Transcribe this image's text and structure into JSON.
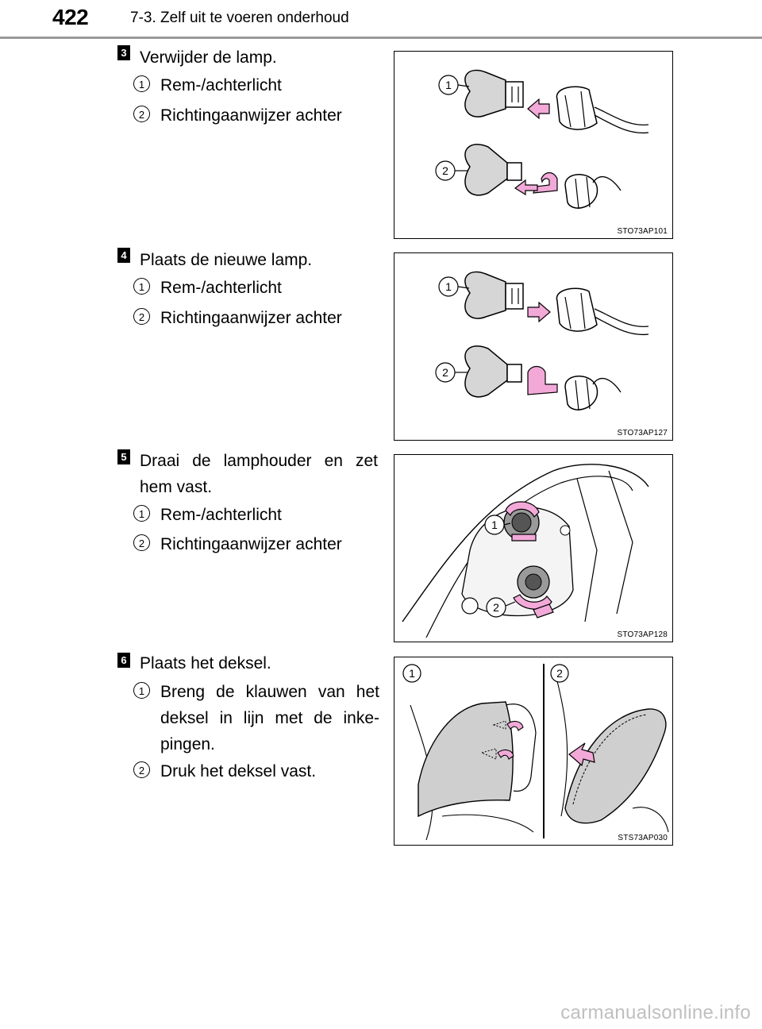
{
  "header": {
    "page_number": "422",
    "section_title": "7-3. Zelf uit te voeren onderhoud"
  },
  "steps": [
    {
      "badge": "3",
      "text": "Verwijder de lamp.",
      "items": [
        {
          "num": "1",
          "text": "Rem-/achterlicht"
        },
        {
          "num": "2",
          "text": "Richtingaanwijzer achter"
        }
      ],
      "figure": {
        "code": "STO73AP101",
        "labels": [
          "1",
          "2"
        ]
      }
    },
    {
      "badge": "4",
      "text": "Plaats de nieuwe lamp.",
      "items": [
        {
          "num": "1",
          "text": "Rem-/achterlicht"
        },
        {
          "num": "2",
          "text": "Richtingaanwijzer achter"
        }
      ],
      "figure": {
        "code": "STO73AP127",
        "labels": [
          "1",
          "2"
        ]
      }
    },
    {
      "badge": "5",
      "text": "Draai de lamphouder en zet hem vast.",
      "items": [
        {
          "num": "1",
          "text": "Rem-/achterlicht"
        },
        {
          "num": "2",
          "text": "Richtingaanwijzer achter"
        }
      ],
      "figure": {
        "code": "STO73AP128",
        "labels": [
          "1",
          "2"
        ]
      }
    },
    {
      "badge": "6",
      "text": "Plaats het deksel.",
      "items": [
        {
          "num": "1",
          "text": "Breng de klauwen van het deksel in lijn met de inke-pingen."
        },
        {
          "num": "2",
          "text": "Druk het deksel vast."
        }
      ],
      "figure": {
        "code": "STS73AP030",
        "labels": [
          "1",
          "2"
        ]
      }
    }
  ],
  "footer": {
    "watermark": "carmanualsonline.info"
  },
  "colors": {
    "arrow": "#f2a9d8",
    "fill_gray": "#cfcfcf",
    "rule": "#9a9a9a"
  }
}
